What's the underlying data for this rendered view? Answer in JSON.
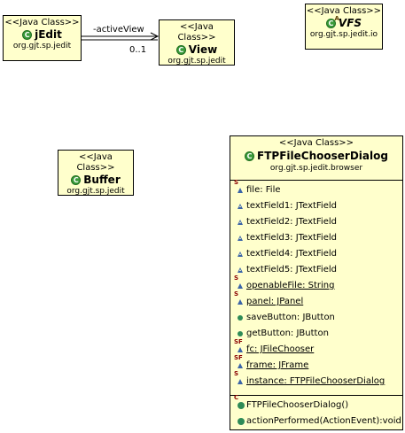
{
  "stereotype": "<<Java Class>>",
  "classes": {
    "jedit": {
      "name": "jEdit",
      "package": "org.gjt.sp.jedit"
    },
    "view": {
      "name": "View",
      "package": "org.gjt.sp.jedit"
    },
    "vfs": {
      "name": "VFS",
      "package": "org.gjt.sp.jedit.io",
      "abstract_marker": "A"
    },
    "buffer": {
      "name": "Buffer",
      "package": "org.gjt.sp.jedit"
    },
    "ftp": {
      "name": "FTPFileChooserDialog",
      "package": "org.gjt.sp.jedit.browser",
      "attributes": [
        {
          "text": "file: File",
          "visibility": "protected",
          "modifiers": "S",
          "underline": false
        },
        {
          "text": "textField1: JTextField",
          "visibility": "package",
          "modifiers": "",
          "underline": false
        },
        {
          "text": "textField2: JTextField",
          "visibility": "package",
          "modifiers": "",
          "underline": false
        },
        {
          "text": "textField3: JTextField",
          "visibility": "package",
          "modifiers": "",
          "underline": false
        },
        {
          "text": "textField4: JTextField",
          "visibility": "package",
          "modifiers": "",
          "underline": false
        },
        {
          "text": "textField5: JTextField",
          "visibility": "package",
          "modifiers": "",
          "underline": false
        },
        {
          "text": "openableFile: String",
          "visibility": "protected",
          "modifiers": "S",
          "underline": true
        },
        {
          "text": "panel: JPanel",
          "visibility": "protected",
          "modifiers": "S",
          "underline": true
        },
        {
          "text": "saveButton: JButton",
          "visibility": "public",
          "modifiers": "",
          "underline": false
        },
        {
          "text": "getButton: JButton",
          "visibility": "public",
          "modifiers": "",
          "underline": false
        },
        {
          "text": "fc: JFileChooser",
          "visibility": "protected",
          "modifiers": "SF",
          "underline": true
        },
        {
          "text": "frame: JFrame",
          "visibility": "protected",
          "modifiers": "SF",
          "underline": true
        },
        {
          "text": "instance: FTPFileChooserDialog",
          "visibility": "protected",
          "modifiers": "S",
          "underline": true
        }
      ],
      "operations": [
        {
          "text": "FTPFileChooserDialog()",
          "visibility": "public",
          "modifiers": "C"
        },
        {
          "text": "actionPerformed(ActionEvent):void",
          "visibility": "public",
          "modifiers": ""
        }
      ]
    }
  },
  "association": {
    "role": "-activeView",
    "multiplicity": "0..1"
  }
}
